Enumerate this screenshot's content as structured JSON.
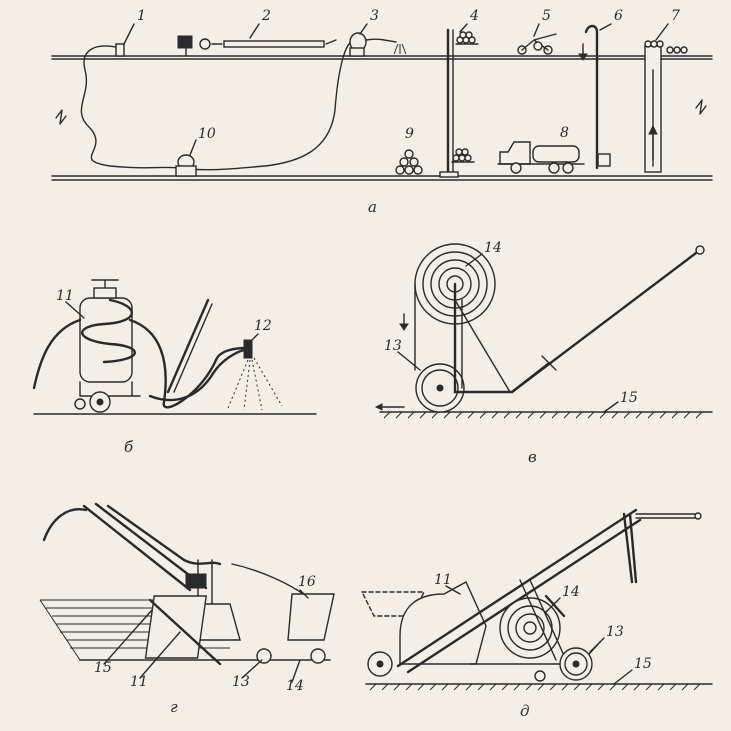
{
  "panel_a": {
    "caption": "а",
    "labels": {
      "n1": "1",
      "n2": "2",
      "n3": "3",
      "n4": "4",
      "n5": "5",
      "n6": "6",
      "n7": "7",
      "n8": "8",
      "n9": "9",
      "n10": "10"
    }
  },
  "panel_b": {
    "caption": "б",
    "labels": {
      "n11": "11",
      "n12": "12"
    }
  },
  "panel_v": {
    "caption": "в",
    "labels": {
      "n13": "13",
      "n14": "14",
      "n15": "15"
    }
  },
  "panel_g": {
    "caption": "г",
    "labels": {
      "n16": "16",
      "n15": "15",
      "n11": "11",
      "n13": "13",
      "n14": "14"
    }
  },
  "panel_d": {
    "caption": "д",
    "labels": {
      "n11": "11",
      "n14": "14",
      "n13": "13",
      "n15": "15"
    }
  }
}
